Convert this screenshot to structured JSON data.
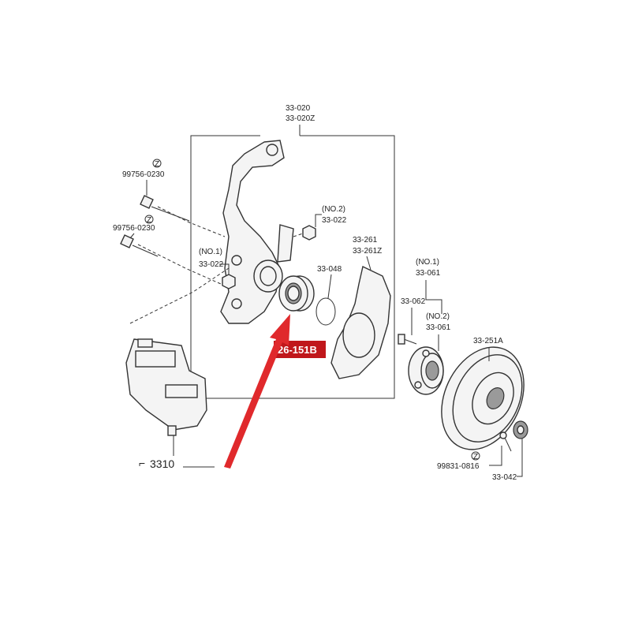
{
  "diagram": {
    "labels": {
      "knuckle_1": "33-020",
      "knuckle_2": "33-020Z",
      "bolt_upper": "99756-0230",
      "bolt_lower": "99756-0230",
      "circle_z": "Z",
      "nut_upper_note": "(NO.2)",
      "nut_upper": "33-022",
      "nut_lower_note": "(NO.1)",
      "nut_lower": "33-022",
      "circlip": "33-048",
      "shield_1": "33-261",
      "shield_2": "33-261Z",
      "hub_note1": "(NO.1)",
      "hub_1": "33-061",
      "hub_bolt": "33-062",
      "hub_note2": "(NO.2)",
      "hub_2": "33-061",
      "disc": "33-251A",
      "screw": "99831-0816",
      "locknut": "33-042",
      "caliper": "3310",
      "highlight": "26-151B"
    },
    "colors": {
      "highlight_bg": "#c0171b",
      "arrow": "#e0292c",
      "ink": "#333333"
    }
  }
}
